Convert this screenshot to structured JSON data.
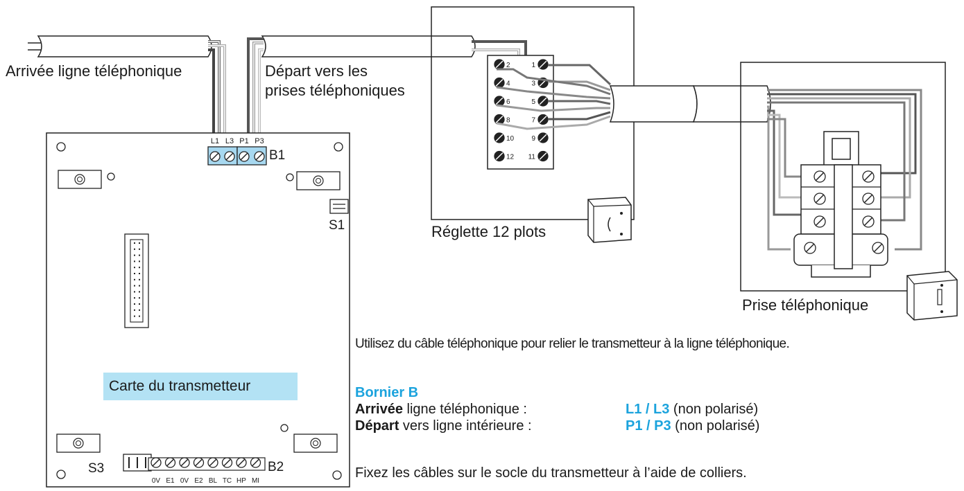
{
  "labels": {
    "incoming_line": "Arrivée ligne téléphonique",
    "departure_1": "Départ vers les",
    "departure_2": "prises téléphoniques",
    "strip": "Réglette 12 plots",
    "socket": "Prise téléphonique",
    "board": "Carte du transmetteur",
    "b1": "B1",
    "b2": "B2",
    "s1": "S1",
    "s3": "S3"
  },
  "b1_terminals": [
    "L1",
    "L3",
    "P1",
    "P3"
  ],
  "b2_terminals": [
    "0V",
    "E1",
    "0V",
    "E2",
    "BL",
    "TC",
    "HP",
    "MI"
  ],
  "strip_numbers": [
    "1",
    "2",
    "3",
    "4",
    "5",
    "6",
    "7",
    "8",
    "9",
    "10",
    "11",
    "12"
  ],
  "instructions": {
    "intro": "Utilisez du câble téléphonique pour relier le transmetteur à la ligne téléphonique.",
    "heading": "Bornier B",
    "row1_bold": "Arrivée",
    "row1_rest": " ligne téléphonique :",
    "row1_value": "L1 / L3",
    "row1_note": " (non polarisé)",
    "row2_bold": "Départ",
    "row2_rest": " vers ligne intérieure :",
    "row2_value": "P1 / P3",
    "row2_note": " (non polarisé)",
    "footer": "Fixez les câbles sur le socle du transmetteur à l’aide de colliers."
  },
  "colors": {
    "terminal_blue": "#a7d8f0",
    "label_bg": "#b3e2f4",
    "accent_cyan": "#1ba3dd",
    "wire_dark": "#555555",
    "wire_light": "#bbbbbb"
  }
}
